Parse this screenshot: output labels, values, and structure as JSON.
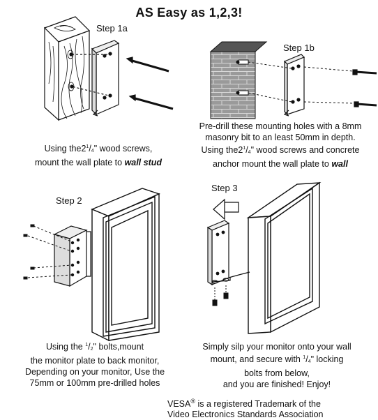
{
  "title": "AS Easy as 1,2,3!",
  "steps": {
    "s1a": "Step 1a",
    "s1b": "Step 1b",
    "s2": "Step 2",
    "s3": "Step 3"
  },
  "captions": {
    "c1a_pre": "Using the2",
    "c1a_frac_top": "1",
    "c1a_frac_bot": "4",
    "c1a_mid": "\" wood screws,",
    "c1a_line2": "mount the wall plate to",
    "c1a_em": "wall stud",
    "c1b_line1": "Pre-drill these mounting holes with a 8mm",
    "c1b_line2": "masonry bit to an least 50mm in depth.",
    "c1b_line3_pre": "Using the2",
    "c1b_frac_top": "1",
    "c1b_frac_bot": "4",
    "c1b_line3_post": "\" wood screws and concrete",
    "c1b_line4": "anchor mount the wall plate to",
    "c1b_em": "wall",
    "c2_line1_pre": "Using the",
    "c2_frac_top": "1",
    "c2_frac_bot": "2",
    "c2_line1_post": "\" bolts,mount",
    "c2_line2": "the monitor plate to back monitor,",
    "c2_line3": "Depending on your monitor, Use the",
    "c2_line4": "75mm or 100mm pre-drilled holes",
    "c3_line1": "Simply silp your monitor onto your wall",
    "c3_line2_pre": "mount, and secure with",
    "c3_frac_top": "1",
    "c3_frac_bot": "4",
    "c3_line2_post": "\" locking",
    "c3_line3": "bolts from below,",
    "c3_line4": "and you are finished! Enjoy!"
  },
  "footer": {
    "line1_pre": "VESA",
    "reg_mark": "®",
    "line1_post": " is a registered Trademark of the",
    "line2": "Video Electronics Standards Association"
  }
}
